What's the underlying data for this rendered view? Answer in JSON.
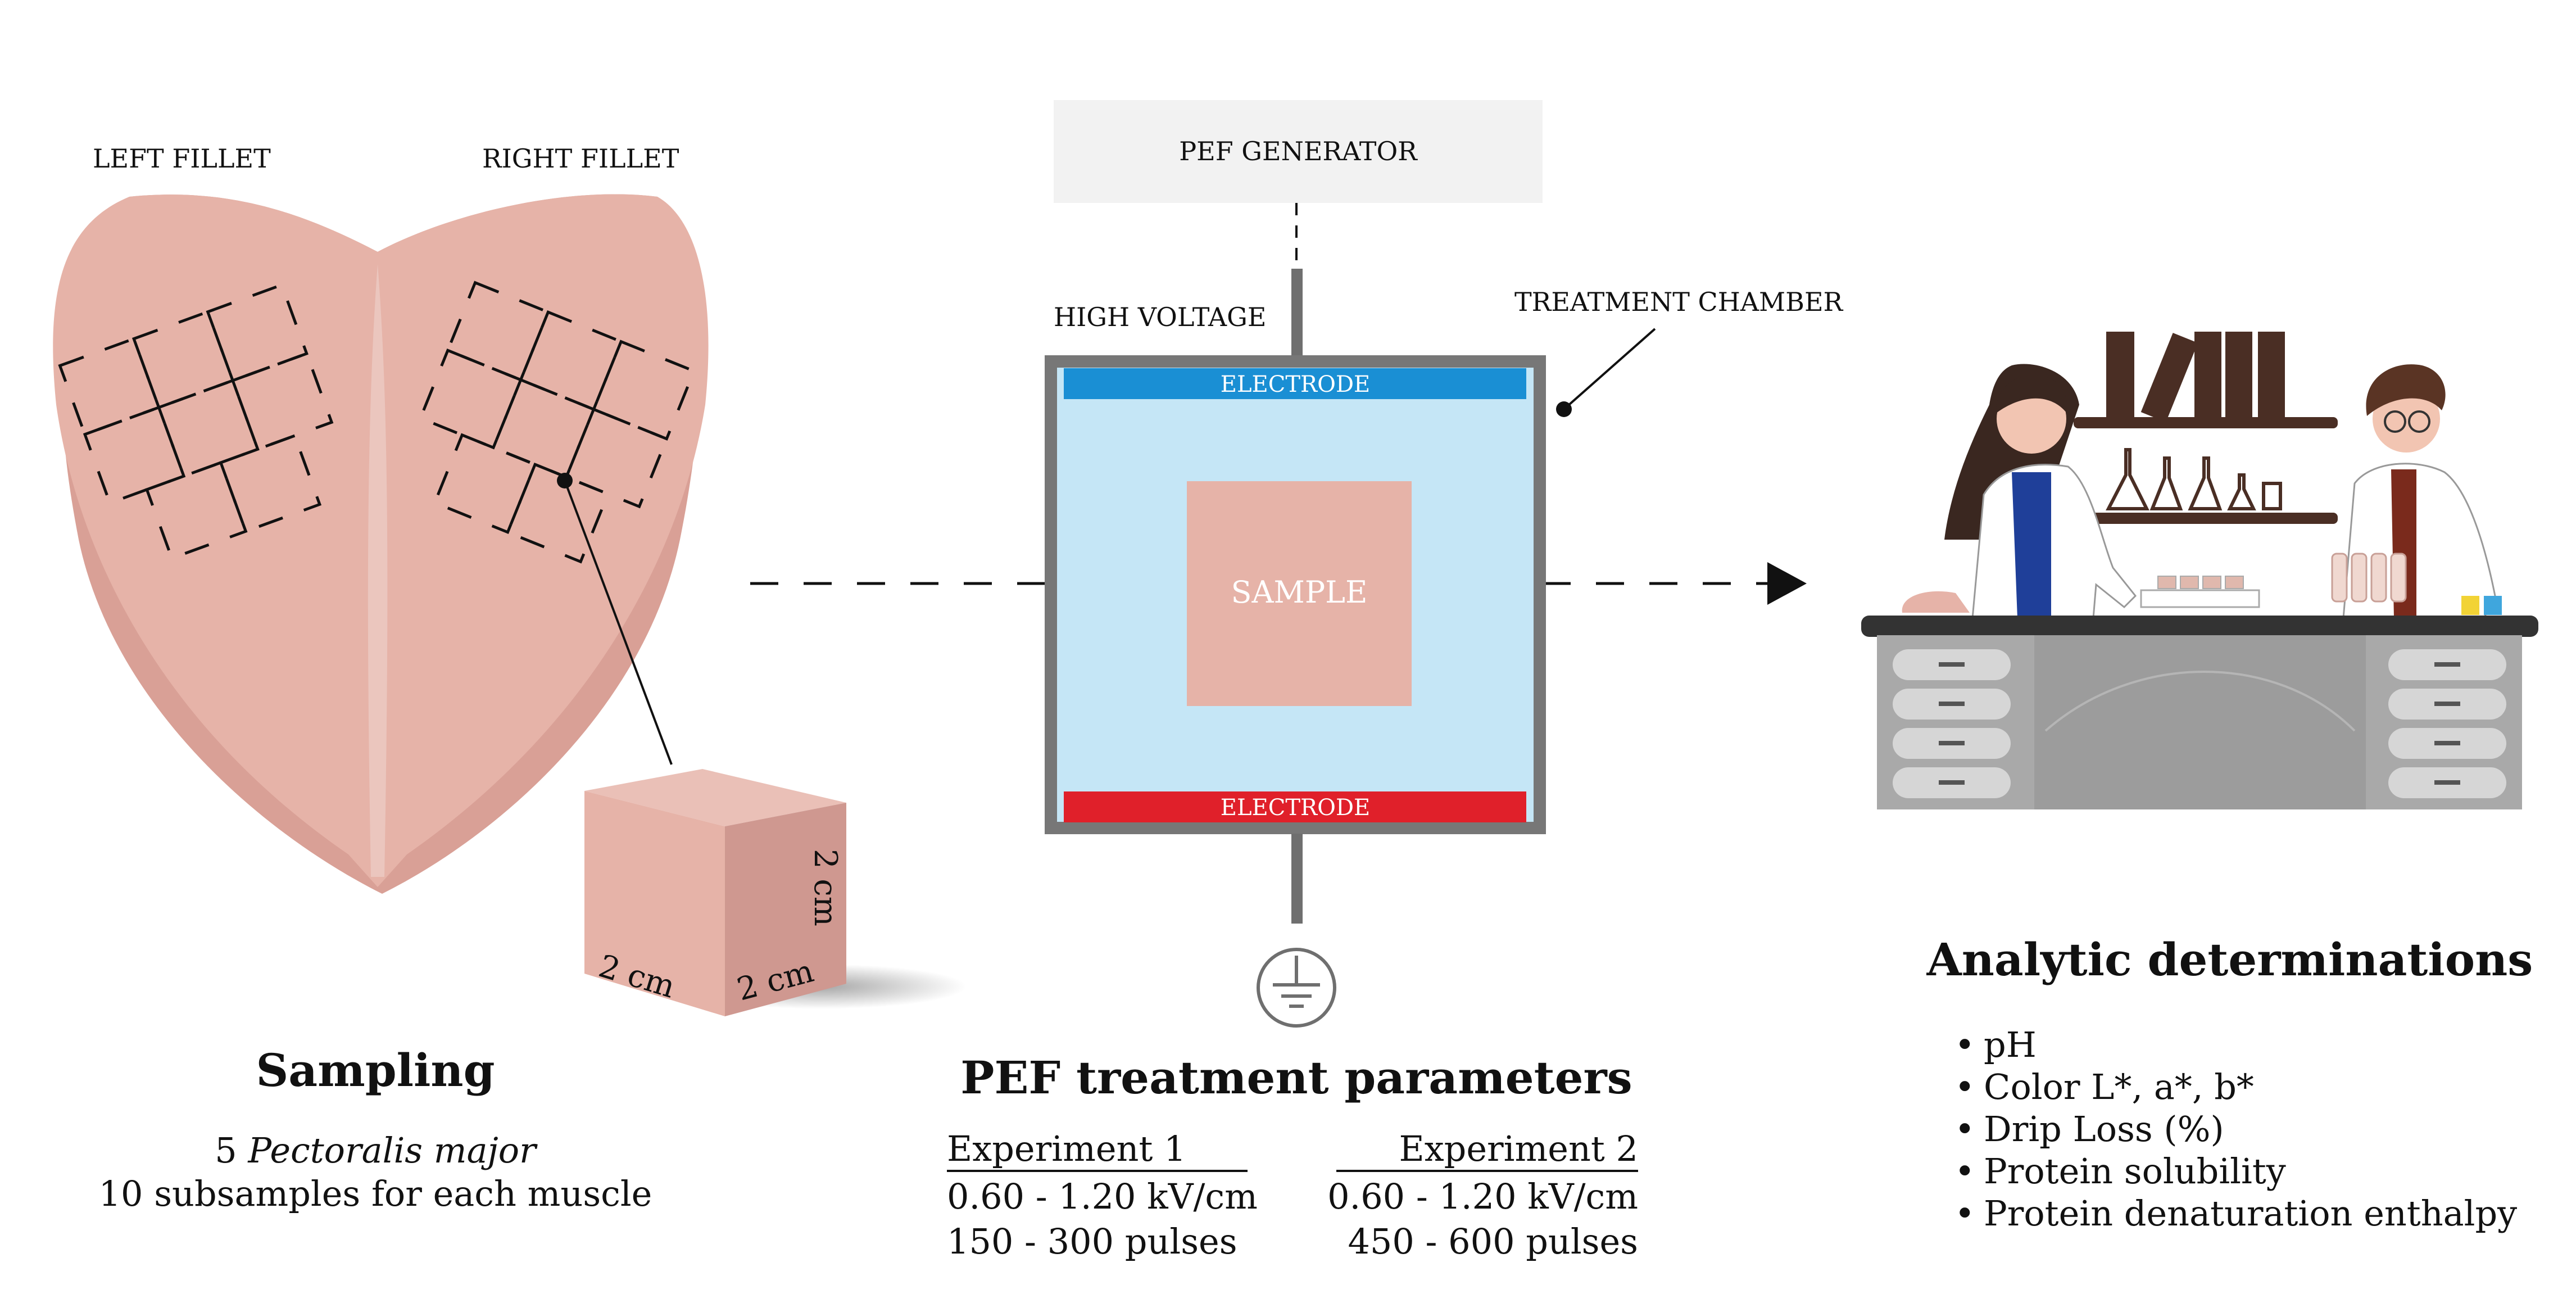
{
  "sampling": {
    "left_label": "LEFT FILLET",
    "right_label": "RIGHT FILLET",
    "cube_height_label": "2 cm",
    "cube_left_label": "2 cm",
    "cube_right_label": "2 cm",
    "title": "Sampling",
    "line1_number": "5",
    "line1_species": "Pectoralis major",
    "line2": "10 subsamples for each muscle"
  },
  "pef": {
    "generator_label": "PEF GENERATOR",
    "high_voltage_label": "HIGH VOLTAGE",
    "chamber_label": "TREATMENT CHAMBER",
    "top_electrode_label": "ELECTRODE",
    "bottom_electrode_label": "ELECTRODE",
    "sample_label": "SAMPLE",
    "title": "PEF treatment parameters",
    "experiments": [
      {
        "name": "Experiment 1",
        "field": "0.60 - 1.20 kV/cm",
        "pulses": "150 - 300 pulses"
      },
      {
        "name": "Experiment 2",
        "field": "0.60 - 1.20 kV/cm",
        "pulses": "450 - 600 pulses"
      }
    ]
  },
  "analysis": {
    "title": "Analytic determinations",
    "items": [
      "pH",
      "Color L*, a*, b*",
      "Drip Loss (%)",
      "Protein solubility",
      "Protein denaturation enthalpy"
    ]
  },
  "colors": {
    "meat": "#e6b3a8",
    "meat_dark": "#d9a096",
    "electrode_top": "#1a8fd4",
    "electrode_bottom": "#e0202a",
    "chamber_fill": "#c5e6f6",
    "chamber_wall": "#777777"
  }
}
